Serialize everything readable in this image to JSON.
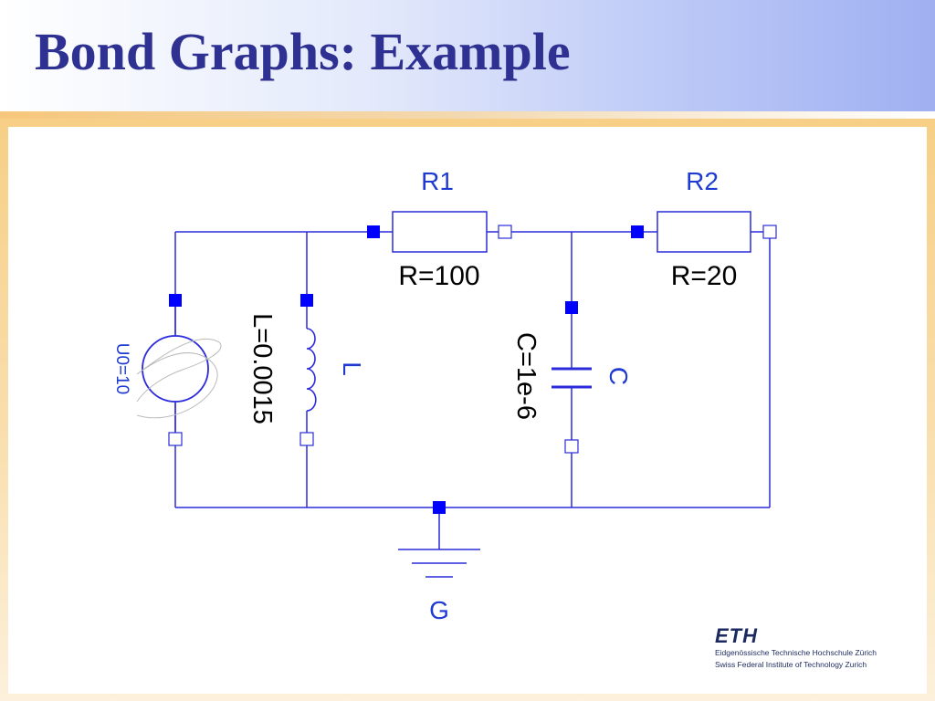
{
  "slide": {
    "title": "Bond Graphs: Example"
  },
  "circuit": {
    "components": {
      "r1": {
        "name": "R1",
        "param": "R=100"
      },
      "r2": {
        "name": "R2",
        "param": "R=20"
      },
      "source": {
        "param": "U0=10"
      },
      "inductor": {
        "name": "L",
        "param": "L=0.0015"
      },
      "capacitor": {
        "name": "C",
        "param": "C=1e-6"
      },
      "ground": {
        "name": "G"
      }
    },
    "colors": {
      "wire": "#2b2bdc",
      "component_label": "#1f3ad1",
      "parameter_label": "#000000",
      "port_filled": "#0000ff",
      "source_wave": "#bbbbbb"
    }
  },
  "footer": {
    "logo": "ETH",
    "line1": "Eidgenössische Technische Hochschule Zürich",
    "line2": "Swiss Federal Institute of Technology Zurich",
    "logo_color": "#1d2a5f"
  }
}
